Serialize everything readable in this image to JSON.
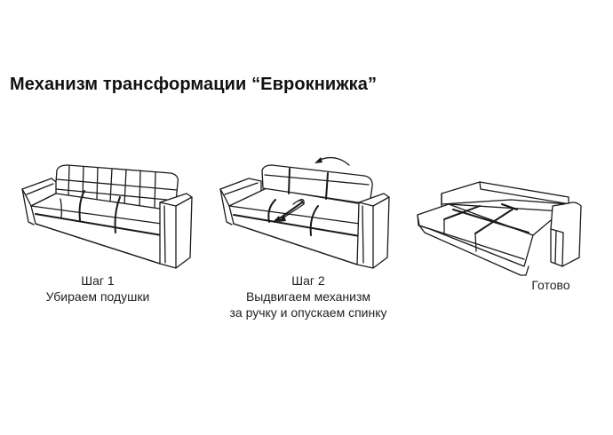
{
  "title": "Механизм трансформации “Еврокнижка”",
  "steps": [
    {
      "step": "Шаг 1",
      "text": "Убираем подушки"
    },
    {
      "step": "Шаг 2",
      "text_line1": "Выдвигаем механизм",
      "text_line2": "за ручку и опускаем спинку"
    },
    {
      "text": "Готово"
    }
  ],
  "colors": {
    "stroke": "#1a1a1a",
    "background": "#ffffff"
  }
}
